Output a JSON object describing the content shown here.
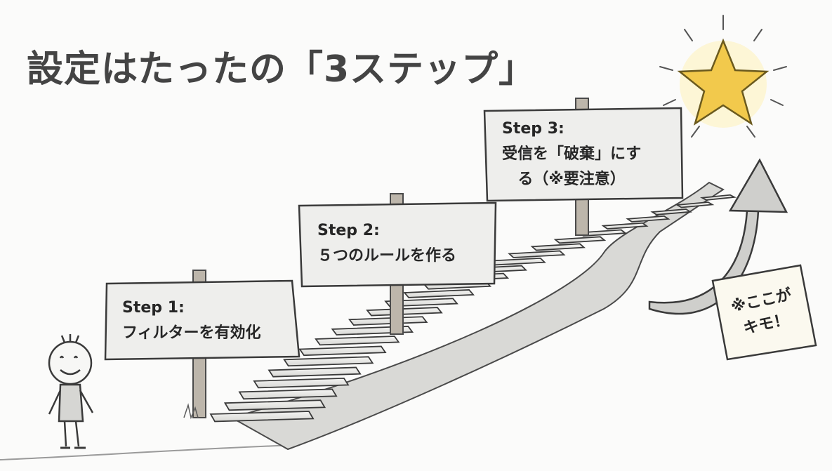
{
  "title": "設定はたったの「3ステップ」",
  "signs": [
    {
      "step": "Step 1:",
      "lines": [
        "フィルターを有効化"
      ]
    },
    {
      "step": "Step 2:",
      "lines": [
        "５つのルールを作る"
      ]
    },
    {
      "step": "Step 3:",
      "lines": [
        "受信を「破棄」にす",
        "る（※要注意）"
      ]
    }
  ],
  "note": {
    "lines": [
      "※ここが",
      "キモ！"
    ]
  },
  "colors": {
    "sketch": "#3a3a3a",
    "sign_fill": "#eeeeec",
    "star_fill": "#f2c94c",
    "star_glow": "#fbe9a6",
    "note_fill": "#fbf9ef"
  },
  "icons": [
    "stick-figure",
    "star-icon",
    "arrow-up-icon",
    "staircase",
    "signpost"
  ]
}
